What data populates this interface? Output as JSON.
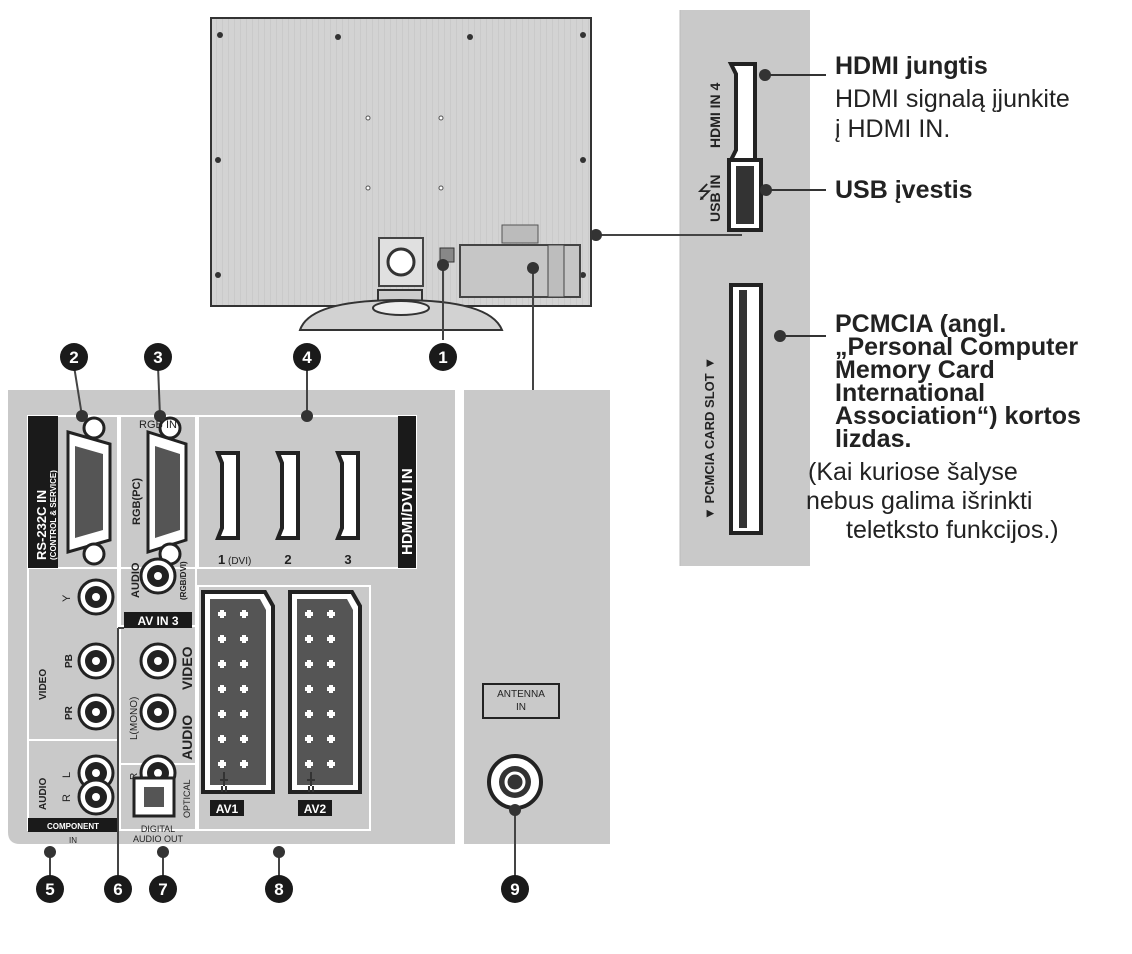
{
  "callout_numbers": [
    "1",
    "2",
    "3",
    "4",
    "5",
    "6",
    "7",
    "8",
    "9"
  ],
  "side_panel": {
    "hdmi4_label": "HDMI IN 4",
    "usb_label": "USB IN",
    "pcmcia_slot_label": "▼ PCMCIA CARD SLOT ▼"
  },
  "main_panel": {
    "rs232_label": "RS-232C IN",
    "rs232_sub": "(CONTROL & SERVICE)",
    "rgb_in": "RGB IN",
    "rgb_pc": "RGB(PC)",
    "audio": "AUDIO",
    "audio_rgb_dvi": "(RGB/DVI)",
    "hdmi_dvi_in": "HDMI/DVI IN",
    "hdmi_1": "1",
    "hdmi_1_sub": "(DVI)",
    "hdmi_2": "2",
    "hdmi_3": "3",
    "video": "VIDEO",
    "comp_y": "Y",
    "comp_pb": "PB",
    "comp_pr": "PR",
    "audio_l": "L",
    "audio_r": "R",
    "component_in_1": "COMPONENT",
    "component_in_2": "IN",
    "av_in3": "AV IN 3",
    "av3_video": "VIDEO",
    "av3_audio": "AUDIO",
    "av3_l_mono": "L(MONO)",
    "av3_r": "R",
    "optical": "OPTICAL",
    "digital_audio_out_1": "DIGITAL",
    "digital_audio_out_2": "AUDIO OUT",
    "av1": "AV1",
    "av2": "AV2",
    "antenna_1": "ANTENNA",
    "antenna_2": "IN"
  },
  "annotations": {
    "hdmi_title": "HDMI jungtis",
    "hdmi_desc_1": "HDMI signalą įjunkite",
    "hdmi_desc_2": "į HDMI IN.",
    "usb_title": "USB įvestis",
    "pcmcia_title_1": "PCMCIA (angl.",
    "pcmcia_title_2": "„Personal Computer",
    "pcmcia_title_3": "Memory Card",
    "pcmcia_title_4": "International",
    "pcmcia_title_5": "Association“) kortos",
    "pcmcia_title_6": "lizdas.",
    "pcmcia_note_1": "(Kai kuriose šalyse",
    "pcmcia_note_2": "nebus galima išrinkti",
    "pcmcia_note_3": "teletksto funkcijos.)"
  },
  "colors": {
    "panel": "#c9c9c9",
    "tv_back": "#cfcfcf",
    "dark": "#1a1a1a",
    "port_dark": "#555555"
  }
}
